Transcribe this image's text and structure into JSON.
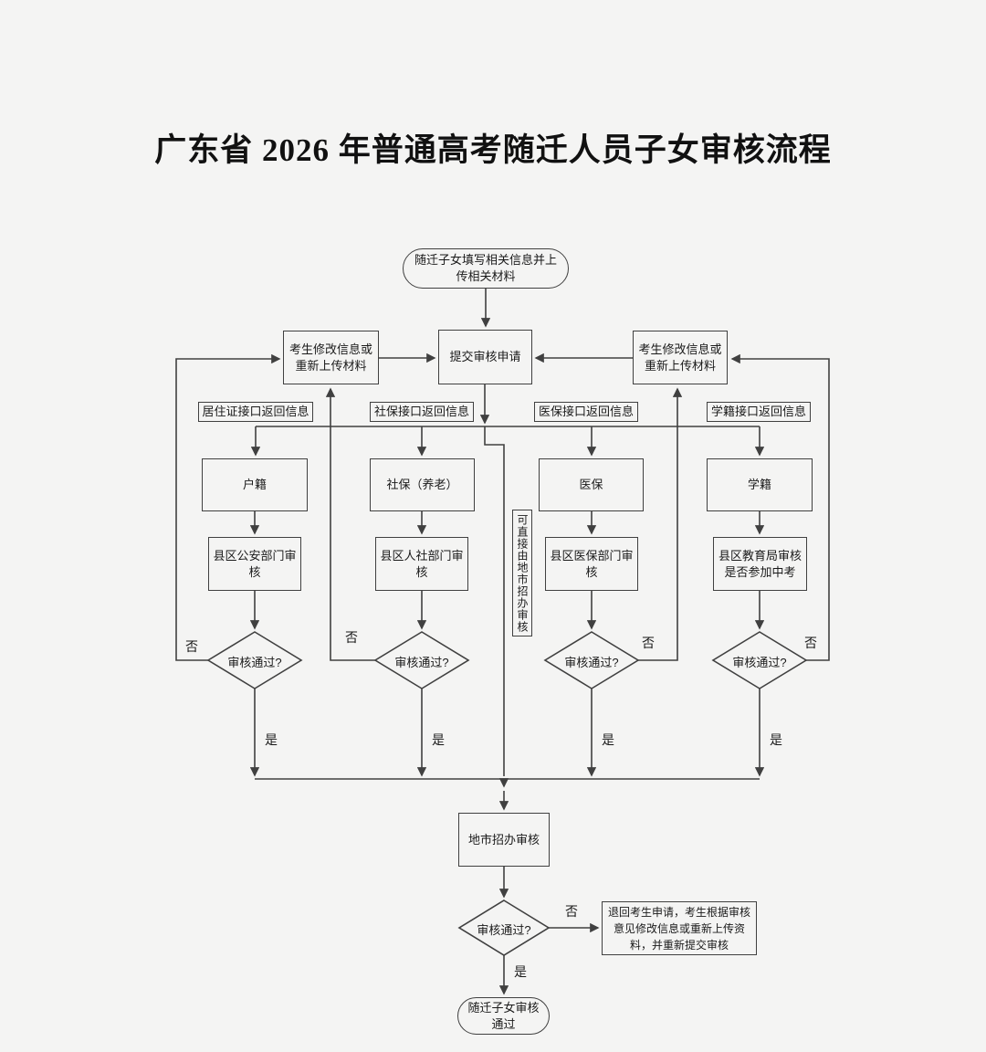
{
  "title": "广东省 2026 年普通高考随迁人员子女审核流程",
  "flow": {
    "start": "随迁子女填写相关信息并上传相关材料",
    "submit": "提交审核申请",
    "modify": "考生修改信息或重新上传材料",
    "api_labels": [
      "居住证接口返回信息",
      "社保接口返回信息",
      "医保接口返回信息",
      "学籍接口返回信息"
    ],
    "categories": [
      "户籍",
      "社保（养老）",
      "医保",
      "学籍"
    ],
    "departments": [
      "县区公安部门审核",
      "县区人社部门审核",
      "县区医保部门审核",
      "县区教育局审核是否参加中考"
    ],
    "decision_label": "审核通过?",
    "yes_label": "是",
    "no_label": "否",
    "direct_note": "可直接由地市招办审核",
    "city_review": "地市招办审核",
    "return_text": "退回考生申请，考生根据审核意见修改信息或重新上传资料，并重新提交审核",
    "end": "随迁子女审核通过"
  },
  "colors": {
    "line": "#404040",
    "background": "#f4f4f3"
  }
}
